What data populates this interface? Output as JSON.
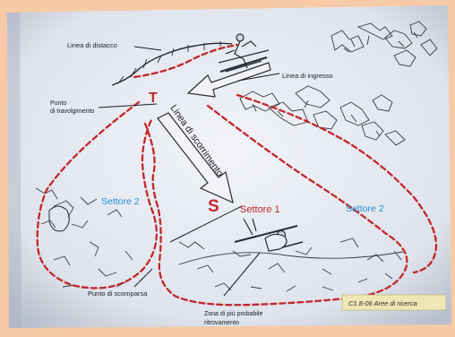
{
  "labels": {
    "linea_distacco": "Linea di distacco",
    "linea_ingresso": "Linea di ingresso",
    "punto_travolgimento_1": "Punto",
    "punto_travolgimento_2": "di travolgimento",
    "marker_t": "T",
    "linea_scorrimento": "Linea di scorrimento",
    "marker_s": "S",
    "settore_1": "Settore 1",
    "settore_2_left": "Settore 2",
    "settore_2_right": "Settore 2",
    "punto_scomparsa": "Punto di scomparsa",
    "zona_1": "Zona di più probabile",
    "zona_2": "ritrovamento",
    "caption": "C1.8-06 Aree di ricerca"
  },
  "colors": {
    "border": "#f6caa6",
    "paper": "#e9ecf3",
    "paper_shade": "#cdd2dd",
    "ink": "#1c1c22",
    "sector_red": "#c0282a",
    "sector_blue": "#1e8fd6",
    "caption_bg": "#efe6b6"
  }
}
